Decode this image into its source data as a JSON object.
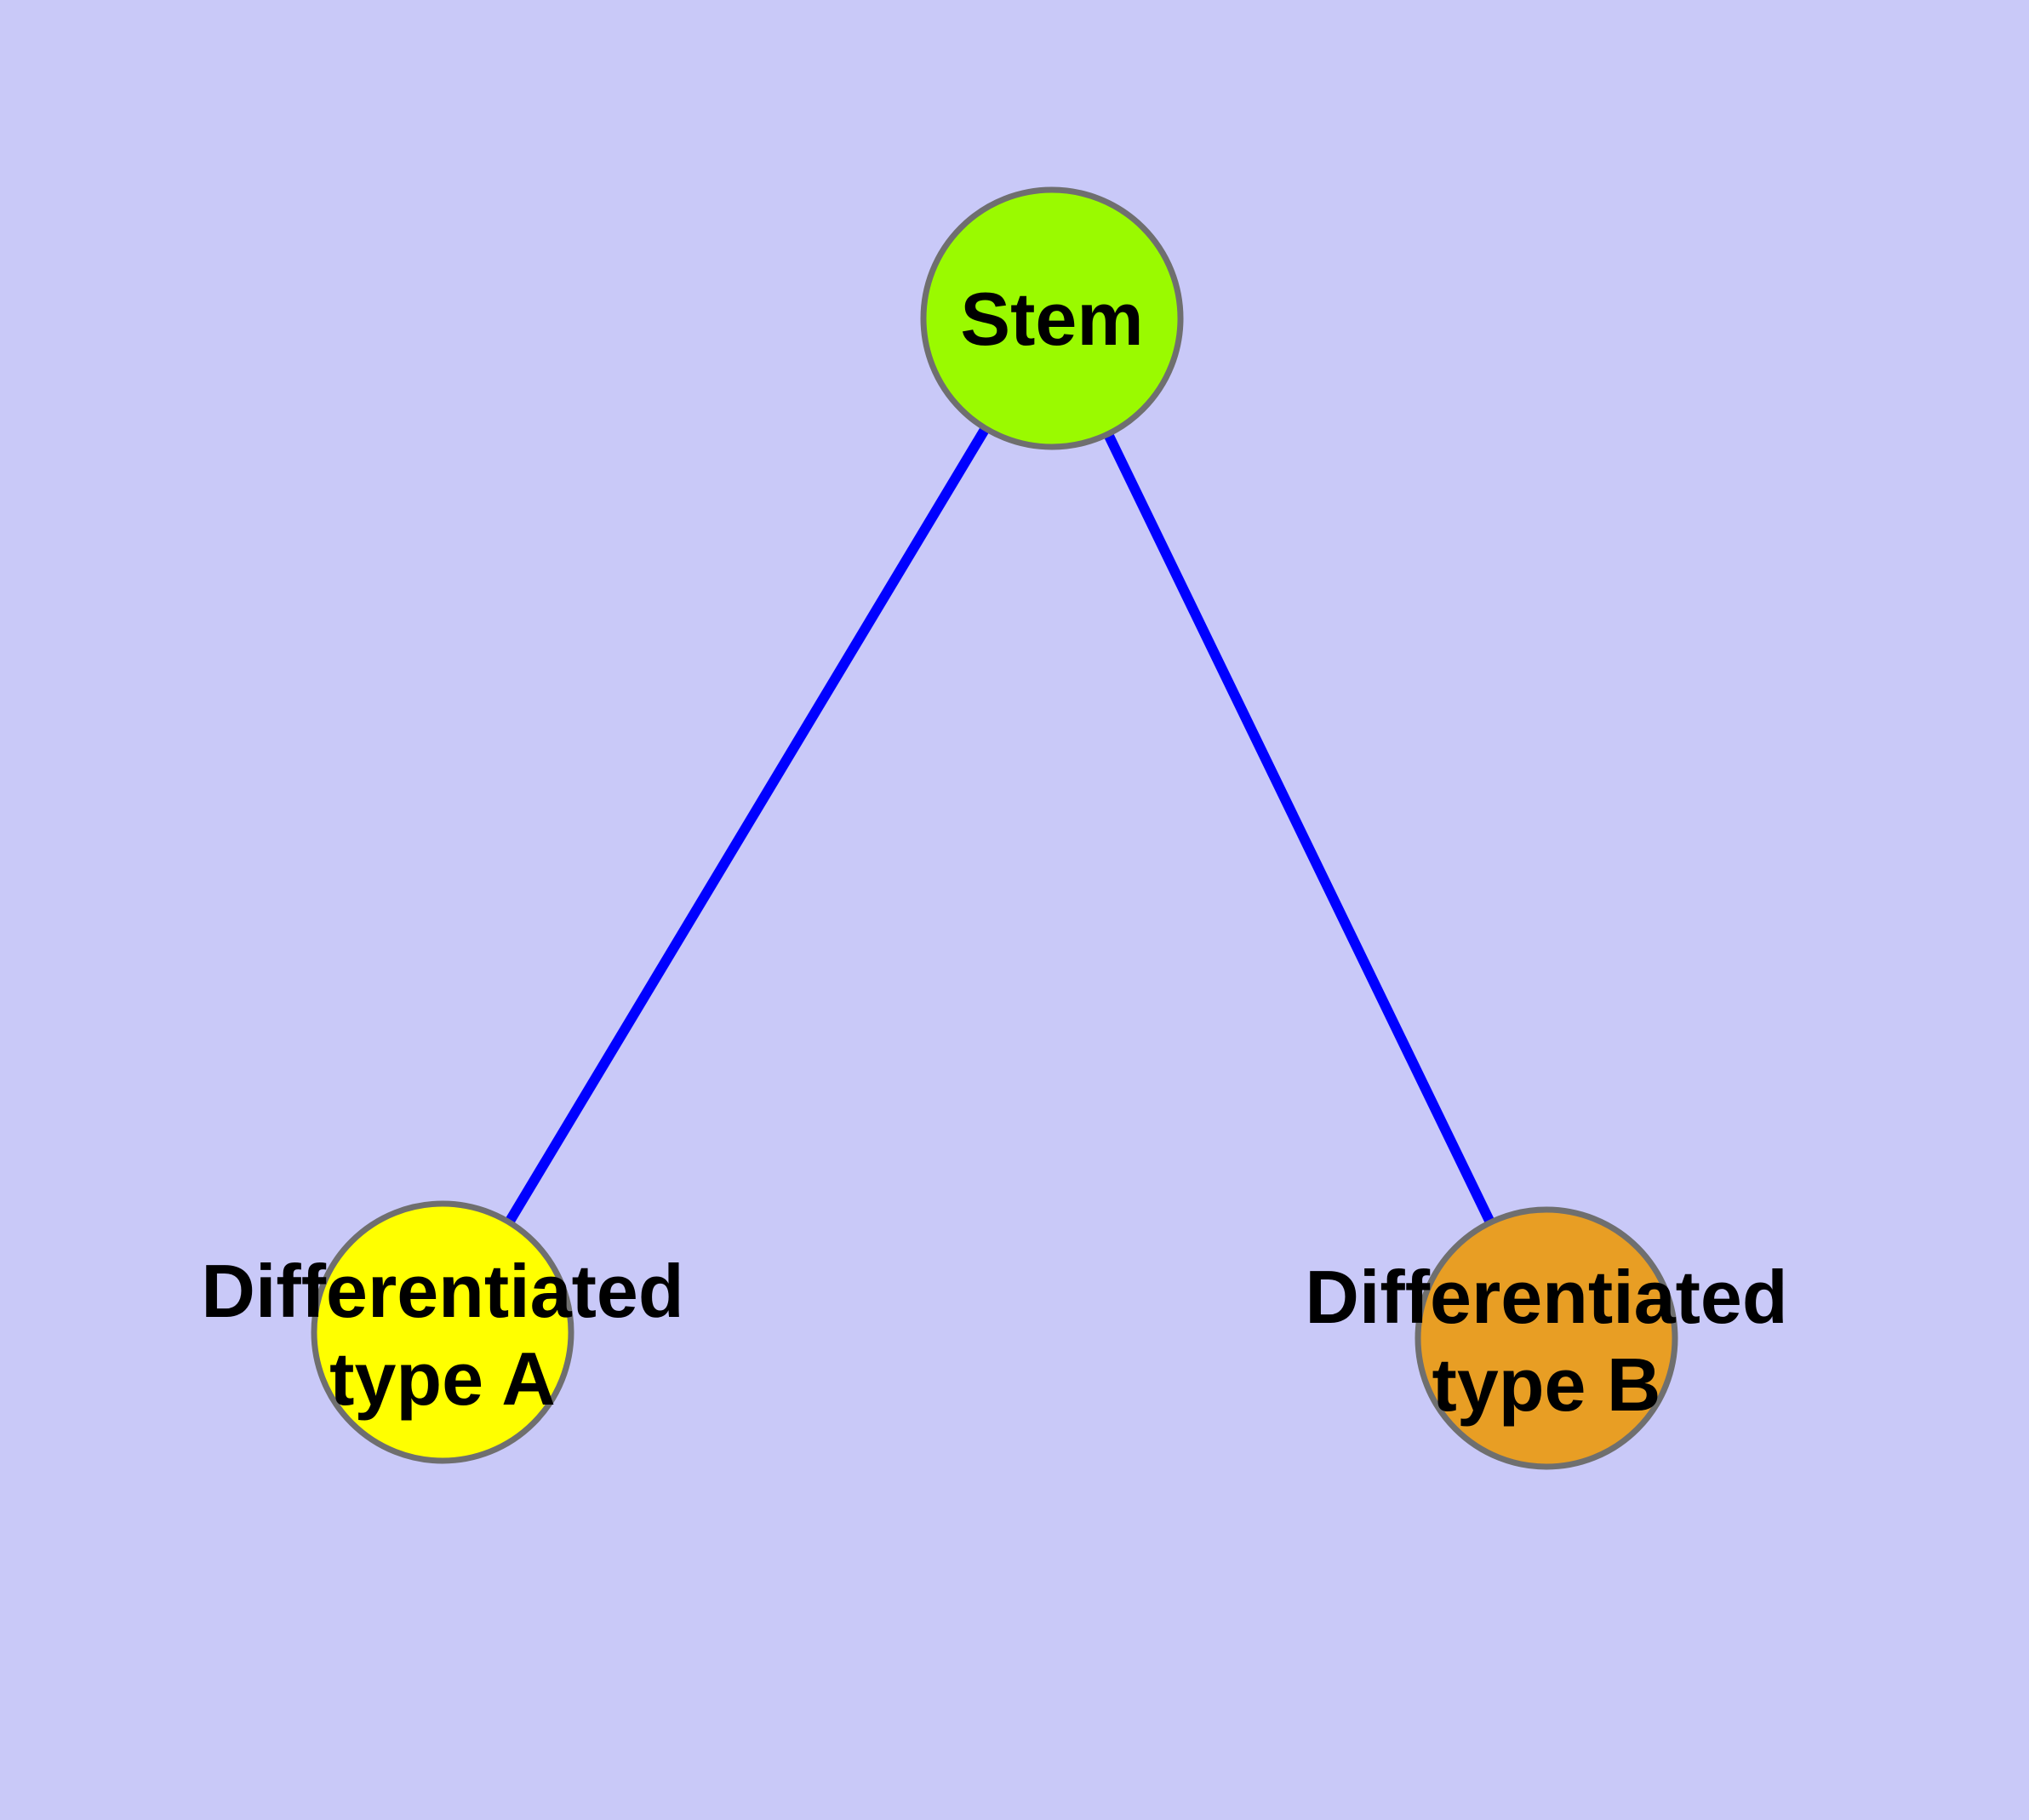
{
  "diagram": {
    "background_color": "#c9c9f8",
    "text_color": "#000000",
    "edge_color": "#0000ff",
    "node_border_color": "#6f6f6f",
    "nodes": [
      {
        "name": "stem",
        "label": "Stem",
        "fill_color": "#9afa00"
      },
      {
        "name": "differentiated-type-a",
        "label_line1": "Differentiated",
        "label_line2": "type A",
        "fill_color": "#ffff00"
      },
      {
        "name": "differentiated-type-b",
        "label_line1": "Differentiated",
        "label_line2": "type B",
        "fill_color": "#e89e24"
      }
    ],
    "edges": [
      {
        "from": "Stem",
        "to": "Differentiated type A"
      },
      {
        "from": "Stem",
        "to": "Differentiated type B"
      }
    ]
  }
}
